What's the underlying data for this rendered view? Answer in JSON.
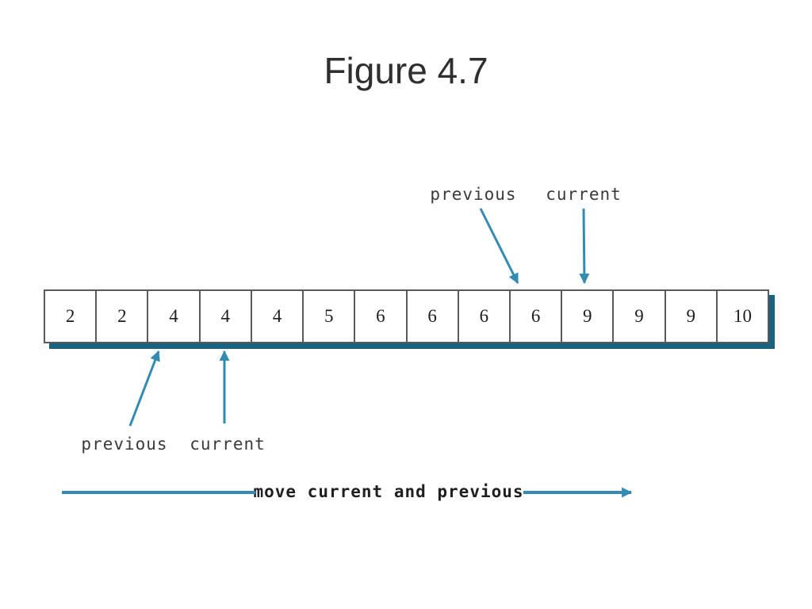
{
  "title": "Figure 4.7",
  "array": {
    "values": [
      "2",
      "2",
      "4",
      "4",
      "4",
      "5",
      "6",
      "6",
      "6",
      "6",
      "9",
      "9",
      "9",
      "10"
    ]
  },
  "pointers": {
    "top": {
      "previous": "previous",
      "current": "current"
    },
    "bottom": {
      "previous": "previous",
      "current": "current"
    }
  },
  "caption": "move current and previous",
  "colors": {
    "arrow": "#338bb3",
    "shadow": "#1a627e",
    "cell_border": "#5a5a5a",
    "title_text": "#2f2f2f"
  }
}
